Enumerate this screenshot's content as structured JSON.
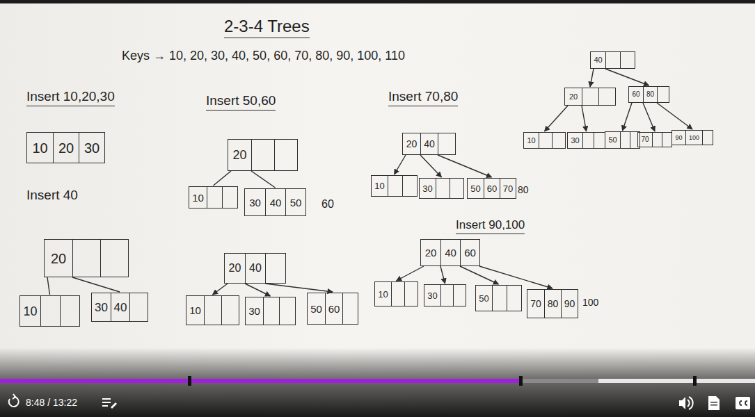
{
  "diagram": {
    "title": "2-3-4 Trees",
    "nodes": [
      {
        "text": [
          "10",
          "20",
          "30"
        ]
      },
      {
        "text": [
          "20"
        ]
      },
      {
        "text": [
          "10"
        ]
      },
      {
        "text": [
          "30",
          "40"
        ]
      },
      {
        "text": [
          "20"
        ]
      },
      {
        "text": [
          "10"
        ]
      },
      {
        "text": [
          "30",
          "40",
          "50"
        ]
      },
      {
        "text": [
          "20",
          "40"
        ]
      },
      {
        "text": [
          "10"
        ]
      },
      {
        "text": [
          "30"
        ]
      },
      {
        "text": [
          "50",
          "60"
        ]
      },
      {
        "text": [
          "20",
          "40"
        ]
      },
      {
        "text": [
          "10"
        ]
      },
      {
        "text": [
          "30"
        ]
      },
      {
        "text": [
          "50",
          "60",
          "70"
        ]
      },
      {
        "text": [
          "20",
          "40",
          "60"
        ]
      },
      {
        "text": [
          "10"
        ]
      },
      {
        "text": [
          "30"
        ]
      },
      {
        "text": [
          "50"
        ]
      },
      {
        "text": [
          "70",
          "80",
          "90"
        ]
      },
      {
        "text": [
          "40"
        ]
      },
      {
        "text": [
          "20"
        ]
      },
      {
        "text": [
          "60",
          "80"
        ]
      },
      {
        "text": [
          "10"
        ]
      },
      {
        "text": [
          "30"
        ]
      },
      {
        "text": [
          "50"
        ]
      },
      {
        "text": [
          "70"
        ]
      },
      {
        "text": [
          "90",
          "100"
        ]
      }
    ],
    "edges": [
      {
        "from": 1,
        "to": 2,
        "arrow": "none"
      },
      {
        "from": 1,
        "to": 3,
        "arrow": "none"
      },
      {
        "from": 4,
        "to": 5,
        "arrow": "none"
      },
      {
        "from": 4,
        "to": 6,
        "arrow": "none"
      },
      {
        "from": 7,
        "to": 8,
        "arrow": "to"
      },
      {
        "from": 7,
        "to": 9,
        "arrow": "to"
      },
      {
        "from": 7,
        "to": 10,
        "arrow": "to"
      },
      {
        "from": 11,
        "to": 12,
        "arrow": "to"
      },
      {
        "from": 11,
        "to": 13,
        "arrow": "to"
      },
      {
        "from": 11,
        "to": 14,
        "arrow": "to"
      },
      {
        "from": 15,
        "to": 16,
        "arrow": "to"
      },
      {
        "from": 15,
        "to": 17,
        "arrow": "to"
      },
      {
        "from": 15,
        "to": 18,
        "arrow": "to"
      },
      {
        "from": 15,
        "to": 19,
        "arrow": "to"
      },
      {
        "from": 20,
        "to": 21,
        "arrow": "to"
      },
      {
        "from": 20,
        "to": 22,
        "arrow": "to"
      },
      {
        "from": 21,
        "to": 23,
        "arrow": "to"
      },
      {
        "from": 21,
        "to": 24,
        "arrow": "to"
      },
      {
        "from": 22,
        "to": 25,
        "arrow": "to"
      },
      {
        "from": 22,
        "to": 26,
        "arrow": "to"
      },
      {
        "from": 22,
        "to": 27,
        "arrow": "to"
      }
    ],
    "labels": [
      "Keys → 10, 20, 30, 40, 50, 60, 70, 80, 90, 100, 110",
      "Insert 10,20,30",
      "Insert 40",
      "Insert 50,60",
      "60",
      "Insert 70,80",
      "80",
      "Insert 90,100",
      "100",
      "8:48 / 13:22"
    ]
  }
}
